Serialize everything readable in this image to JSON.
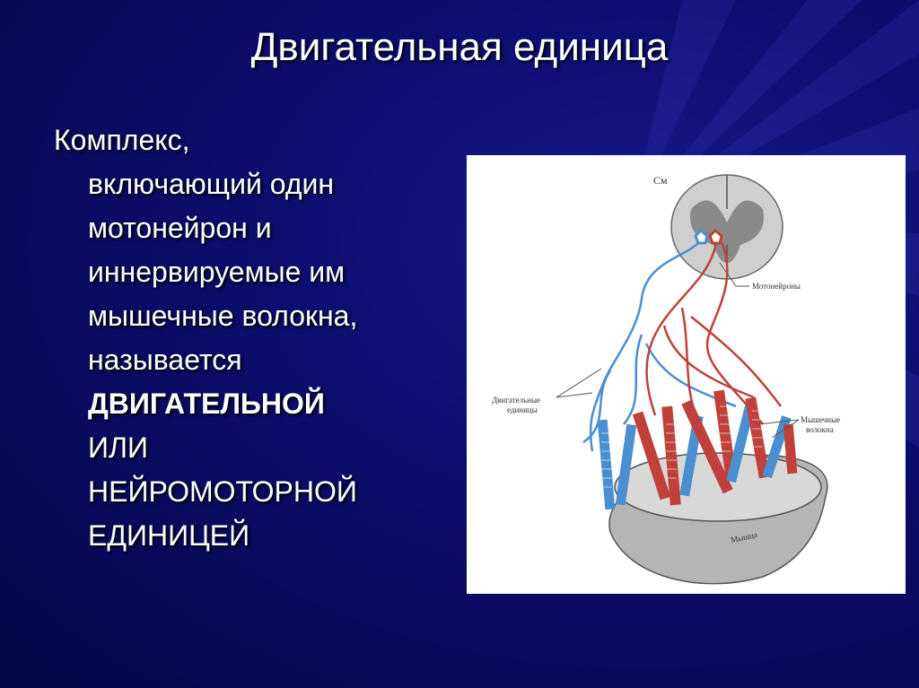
{
  "slide": {
    "title": "Двигательная единица",
    "text_lines": [
      "Комплекс,",
      "включающий один",
      "мотонейрон и",
      "иннервируемые им",
      "мышечные  волокна,",
      "называется"
    ],
    "bold_line": "ДВИГАТЕЛЬНОЙ",
    "tail_lines": [
      "ИЛИ",
      "НЕЙРОМОТОРНОЙ",
      "ЕДИНИЦЕЙ"
    ]
  },
  "figure": {
    "label_cm": "См",
    "label_motoneurons": "Мотонейроны",
    "label_motor_units_1": "Двигательные",
    "label_motor_units_2": "единицы",
    "label_fibers_1": "Мышечные",
    "label_fibers_2": "волокна",
    "label_muscle": "Мышца",
    "colors": {
      "blue_fiber": "#4a8fd0",
      "red_fiber": "#c0403a",
      "gray": "#9a9a9a"
    }
  }
}
